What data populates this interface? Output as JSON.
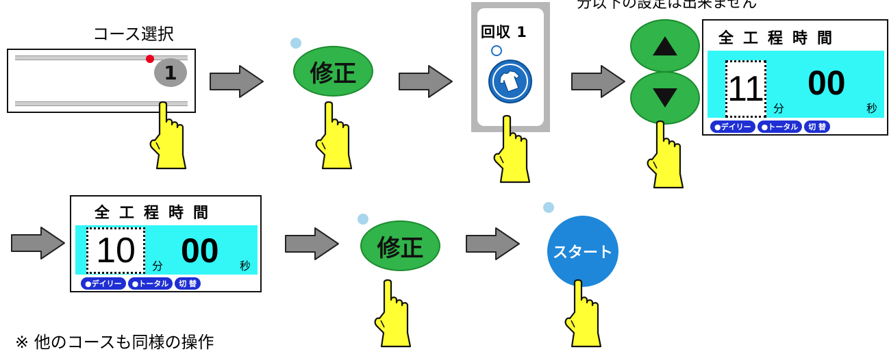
{
  "top_note": "分以下の設定は出来ません",
  "course_label": "コース選択",
  "course_number": "1",
  "fix_label": "修正",
  "recovery_label": "回収 1",
  "time_panels": [
    {
      "header": "全工程時間",
      "minutes": "11",
      "min_unit": "分",
      "seconds": "00",
      "sec_unit": "秒",
      "buttons": [
        "●デイリー",
        "●トータル",
        "切 替"
      ]
    },
    {
      "header": "全工程時間",
      "minutes": "10",
      "min_unit": "分",
      "seconds": "00",
      "sec_unit": "秒",
      "buttons": [
        "●デイリー",
        "●トータル",
        "切 替"
      ]
    }
  ],
  "start_label": "スタート",
  "footnote": "※ 他のコースも同様の操作",
  "icons": [
    "right-arrow-icon",
    "tapping-hand-icon",
    "up-triangle-icon",
    "down-triangle-icon",
    "shirt-icon"
  ],
  "colors": {
    "green": "#31b449",
    "cyan": "#33f6f6",
    "blue": "#1e87d9",
    "hand": "#ffff33",
    "arrow": "#8a8a8a",
    "pill": "#1f2fd3"
  }
}
